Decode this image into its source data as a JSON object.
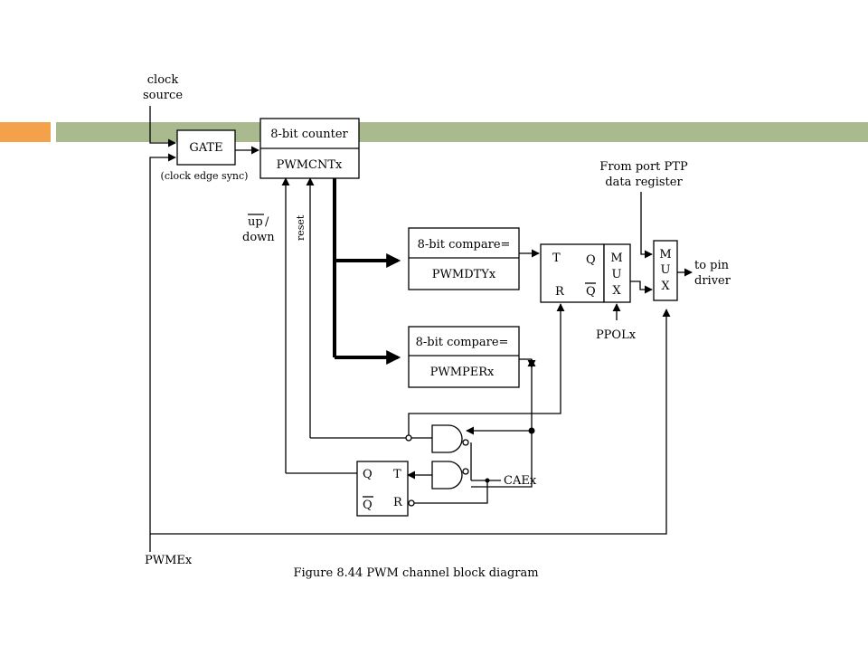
{
  "colors": {
    "accent_orange": "#F3A24B",
    "accent_green": "#A9BB8E"
  },
  "labels": {
    "clock_source_1": "clock",
    "clock_source_2": "source",
    "gate": "GATE",
    "gate_note": "(clock edge sync)",
    "counter_top": "8-bit counter",
    "counter_bottom": "PWMCNTx",
    "up": "up",
    "up_slash": "/",
    "down": "down",
    "reset": "reset",
    "compare1_top": "8-bit compare=",
    "compare1_bottom": "PWMDTYx",
    "compare2_top": "8-bit compare=",
    "compare2_bottom": "PWMPERx",
    "ff_t": "T",
    "ff_q": "Q",
    "ff_r": "R",
    "ff_qbar": "Q",
    "mux1": [
      "M",
      "U",
      "X"
    ],
    "mux2": [
      "M",
      "U",
      "X"
    ],
    "from_port_1": "From port PTP",
    "from_port_2": "data register",
    "to_pin_1": "to pin",
    "to_pin_2": "driver",
    "ppol": "PPOLx",
    "ff2_q": "Q",
    "ff2_t": "T",
    "ff2_qbar": "Q",
    "ff2_r": "R",
    "caex": "CAEx",
    "pwmex": "PWMEx",
    "caption": "Figure 8.44 PWM channel block diagram"
  }
}
